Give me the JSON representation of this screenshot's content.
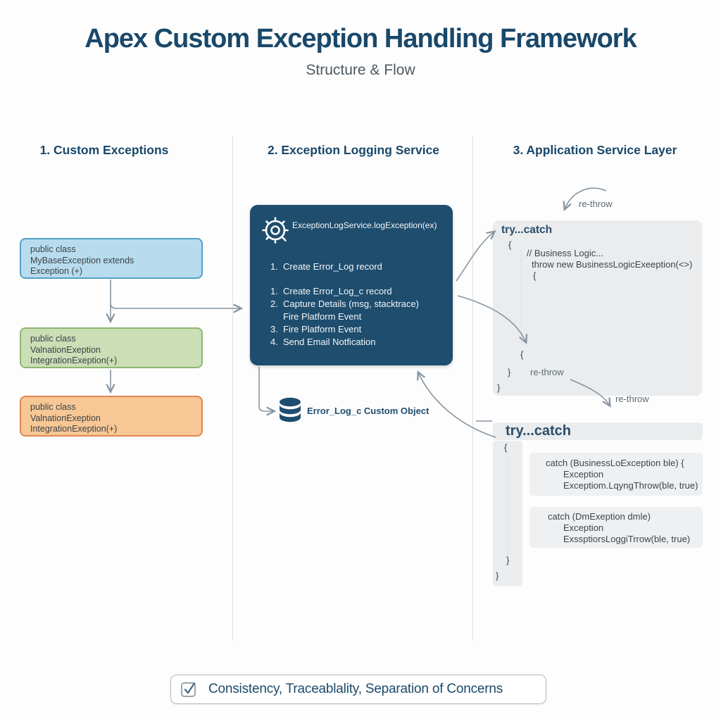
{
  "title": "Apex Custom Exception Handling Framework",
  "subtitle": "Structure & Flow",
  "columns": {
    "c1": "1. Custom Exceptions",
    "c2": "2. Exception Logging Service",
    "c3": "3. Application Service Layer"
  },
  "col1": {
    "box_base": {
      "l1": "public class",
      "l2": "MyBaseException extends",
      "l3": "Exception (+)"
    },
    "box_mid": {
      "l1": "public class",
      "l2": "ValnationExeption",
      "l3": "IntegrationExeption(+)"
    },
    "box_leaf": {
      "l1": "public class",
      "l2": "ValnationExeption",
      "l3": "IntegrationExeption(+)"
    }
  },
  "col2": {
    "service_header": "ExceptionLogService.logException(ex)",
    "intro": {
      "n": "1.",
      "t": "Create Error_Log record"
    },
    "steps": [
      {
        "n": "1.",
        "t": "Create Error_Log_c record"
      },
      {
        "n": "2.",
        "t": "Capture Details (msg, stacktrace)"
      },
      {
        "n": "",
        "t": "Fire Platform Event"
      },
      {
        "n": "3.",
        "t": "Fire Platform Event"
      },
      {
        "n": "4.",
        "t": "Send Email Notfication"
      }
    ],
    "custom_object_label": "Error_Log_c Custom Object"
  },
  "col3": {
    "rethrow_top": "re-throw",
    "block1": {
      "title": "try...catch",
      "open_brace": "{",
      "comment": "// Business Logic...",
      "throw_line": "throw new BusinessLogicExeeption(<>)",
      "brace2": "{",
      "inner_brace": "{",
      "close1": "}",
      "rethrow_inline": "re-throw",
      "close2": "}"
    },
    "rethrow_mid": "re-throw",
    "block2": {
      "title": "try...catch",
      "open_brace": "{",
      "catch1": {
        "l1": "catch (BusinessLoException ble) {",
        "l2": "Exception",
        "l3": "Exceptiom.LqyngThrow(ble, true)"
      },
      "catch2": {
        "l1": "catch (DmExeption dmle)",
        "l2": "Exception",
        "l3": "ExssptiorsLoggiTrrow(ble, true)"
      },
      "close1": "}",
      "close2": "}"
    }
  },
  "footer": {
    "text": "Consistency, Traceablality, Separation of Concerns"
  },
  "colors": {
    "navy": "#1e4d6e",
    "panel_gray": "#eaeced",
    "arrow_gray": "#8795a1",
    "box_blue_fill": "#b8dcee",
    "box_blue_border": "#53a1c8",
    "box_green_fill": "#cbdeb6",
    "box_green_border": "#8fb671",
    "box_orange_fill": "#f7c795",
    "box_orange_border": "#df8851"
  }
}
